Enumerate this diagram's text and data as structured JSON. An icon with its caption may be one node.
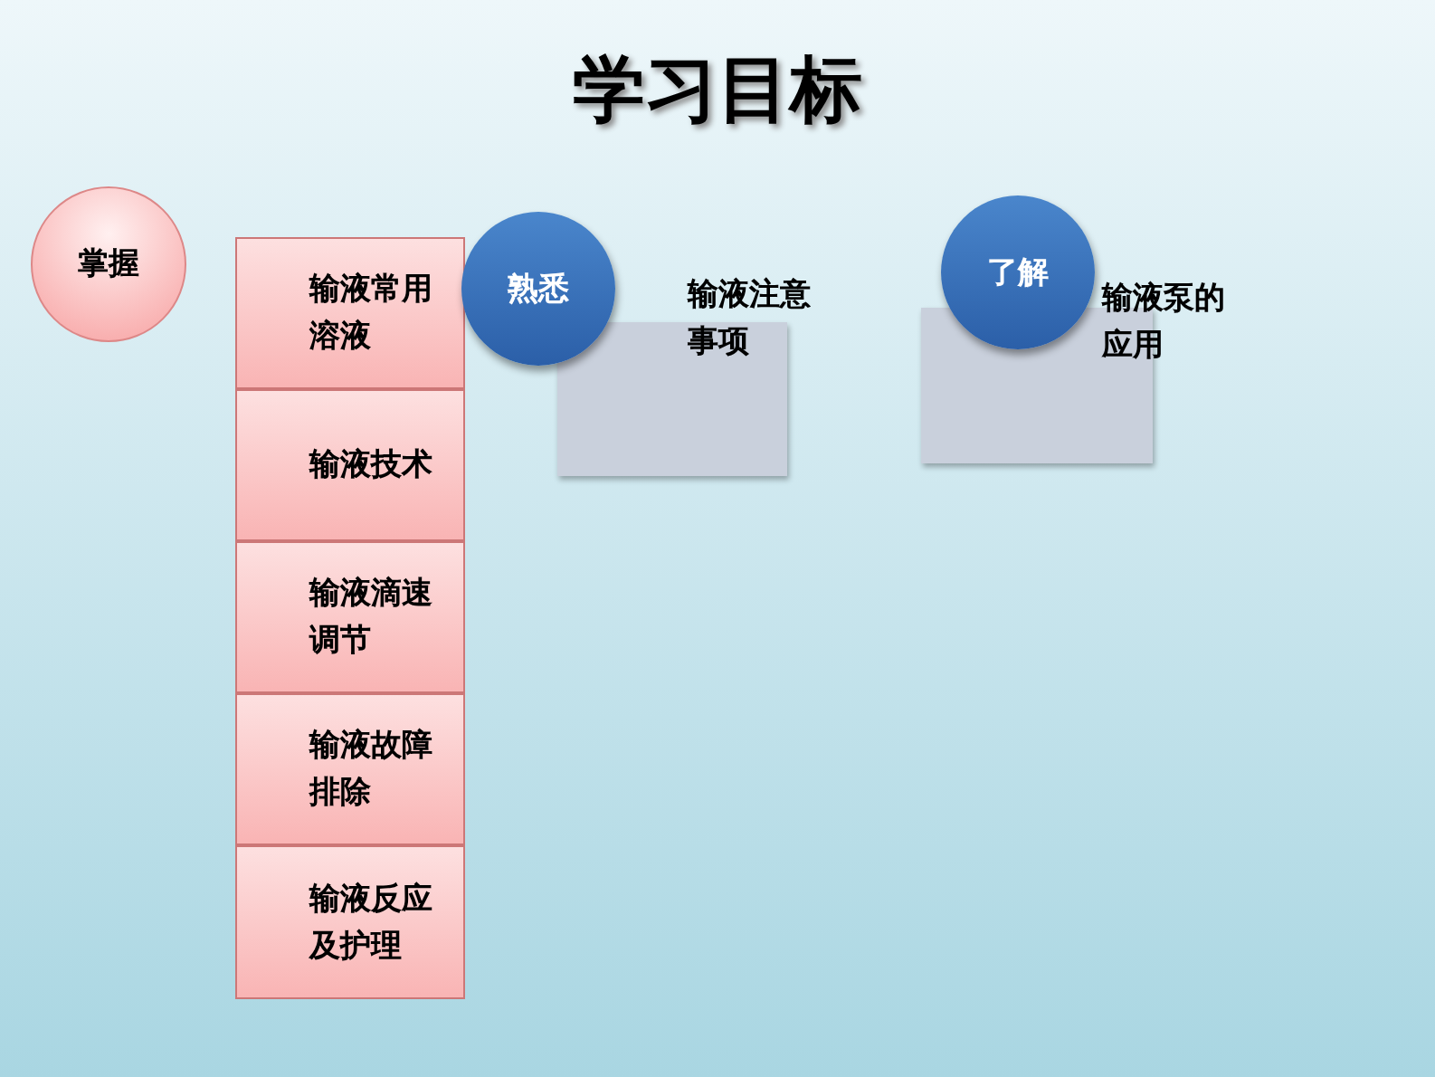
{
  "diagram": {
    "title": "学习目标",
    "nodes": [
      {
        "text": [
          "掌握"
        ]
      },
      {
        "text": [
          "输液常用溶液"
        ]
      },
      {
        "text": [
          "输液技术"
        ]
      },
      {
        "text": [
          "输液滴速调节"
        ]
      },
      {
        "text": [
          "输液故障排除"
        ]
      },
      {
        "text": [
          "输液反应及护理"
        ]
      },
      {
        "text": [
          "熟悉"
        ]
      },
      {
        "text": [
          "输液注意事项"
        ]
      },
      {
        "text": [
          "了解"
        ]
      },
      {
        "text": [
          "输液泵的应用"
        ]
      }
    ]
  }
}
